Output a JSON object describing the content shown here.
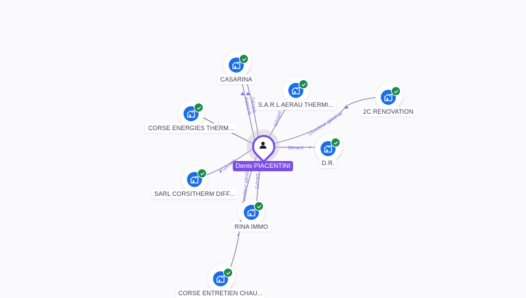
{
  "diagram": {
    "center_person": {
      "name": "Denis PIACENTINI",
      "icon": "person-icon",
      "accent": "#7b4fe6"
    },
    "companies": [
      {
        "id": "casarina",
        "name": "CASARINA",
        "icon": "building-icon",
        "status": "verified",
        "stacked": true
      },
      {
        "id": "sarl-aerau",
        "name": "S.A.R.L AERAU THERMI...",
        "icon": "building-icon",
        "status": "verified",
        "stacked": false
      },
      {
        "id": "2c-renovation",
        "name": "2C RENOVATION",
        "icon": "building-icon",
        "status": "verified",
        "stacked": true
      },
      {
        "id": "corse-energies",
        "name": "CORSE ENERGIES THERM...",
        "icon": "building-icon",
        "status": "verified",
        "stacked": false
      },
      {
        "id": "dr",
        "name": "D.R.",
        "icon": "building-icon",
        "status": "verified",
        "stacked": true
      },
      {
        "id": "sarl-corsitherm",
        "name": "SARL CORSITHERM DIFF...",
        "icon": "building-icon",
        "status": "verified",
        "stacked": false
      },
      {
        "id": "rina-immo",
        "name": "RINA IMMO",
        "icon": "building-icon",
        "status": "verified",
        "stacked": false
      },
      {
        "id": "corse-entretien",
        "name": "CORSE ENTRETIEN CHAU...",
        "icon": "building-icon",
        "status": "verified",
        "stacked": true
      }
    ],
    "relations": [
      {
        "to": "casarina",
        "label": "Gérant"
      },
      {
        "to": "casarina",
        "label": "Associé"
      },
      {
        "to": "sarl-aerau",
        "label": "Gérant"
      },
      {
        "to": "2c-renovation",
        "label": "Directeur général"
      },
      {
        "to": "corse-energies",
        "label": "Gérant"
      },
      {
        "to": "dr",
        "label": "Gérant"
      },
      {
        "to": "sarl-corsitherm",
        "label": "Gérant"
      },
      {
        "to": "rina-immo",
        "label": "Gérant"
      },
      {
        "to": "corse-entretien",
        "label": "Directeur général"
      }
    ],
    "colors": {
      "company": "#1a6ee6",
      "verified": "#1a8a4a",
      "edge_label": "#8a73e6",
      "edge": "#7a7893"
    }
  }
}
